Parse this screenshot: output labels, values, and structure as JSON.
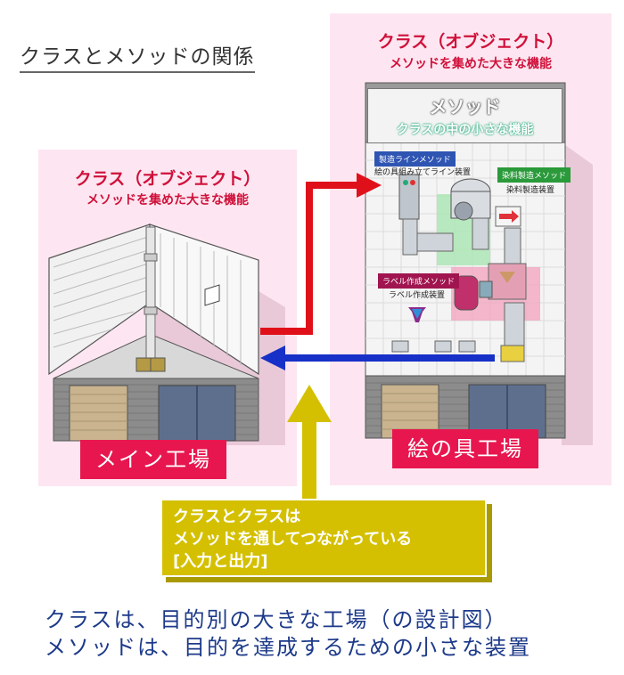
{
  "title": "クラスとメソッドの関係",
  "left_panel": {
    "heading": "クラス（オブジェクト）",
    "subheading": "メソッドを集めた大きな機能",
    "factory_label": "メイン工場"
  },
  "right_panel": {
    "heading": "クラス（オブジェクト）",
    "subheading": "メソッドを集めた大きな機能",
    "method_title": "メソッド",
    "method_subtitle": "クラスの中の小さな機能",
    "labels": {
      "manufacturing_line": "製造ラインメソッド",
      "assembly_device": "絵の具組み立てライン装置",
      "dye_method": "染料製造メソッド",
      "dye_device": "染料製造装置",
      "label_method": "ラベル作成メソッド",
      "label_device": "ラベル作成装置"
    },
    "factory_label": "絵の具工場"
  },
  "callout": {
    "line1": "クラスとクラスは",
    "line2": "メソッドを通してつながっている",
    "line3": "[入力と出力]"
  },
  "summary": {
    "line1": "クラスは、目的別の大きな工場（の設計図）",
    "line2": "メソッドは、目的を達成するための小さな装置"
  },
  "colors": {
    "panel_bg": "#fde6f1",
    "heading_red": "#d0103a",
    "banner": "#e8164f",
    "callout": "#d4c000",
    "arrow_red": "#e0101a",
    "arrow_blue": "#1730c8",
    "summary_blue": "#1d3a8a"
  }
}
